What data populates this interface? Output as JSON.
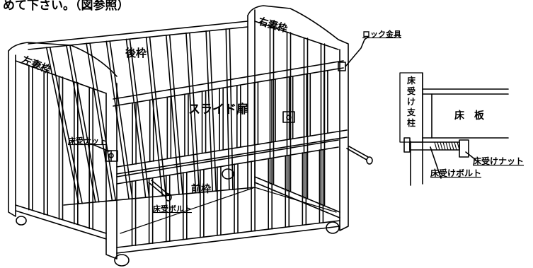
{
  "header": {
    "text": "めて下さい。（図参照）"
  },
  "crib": {
    "labels": {
      "right_end_frame": "右妻枠",
      "left_end_frame": "左妻枠",
      "rear_frame": "後枠",
      "lock_fitting": "ロック金具",
      "slide_door": "スライド扉",
      "floor_nut": "床受ナット",
      "front_frame": "前枠",
      "floor_bolt": "床受ボルト"
    }
  },
  "detail": {
    "labels": {
      "floor_support_post": "床受け支柱",
      "floor_board": "床　板",
      "floor_support_nut": "床受けナット",
      "floor_support_bolt": "床受けボルト"
    }
  }
}
